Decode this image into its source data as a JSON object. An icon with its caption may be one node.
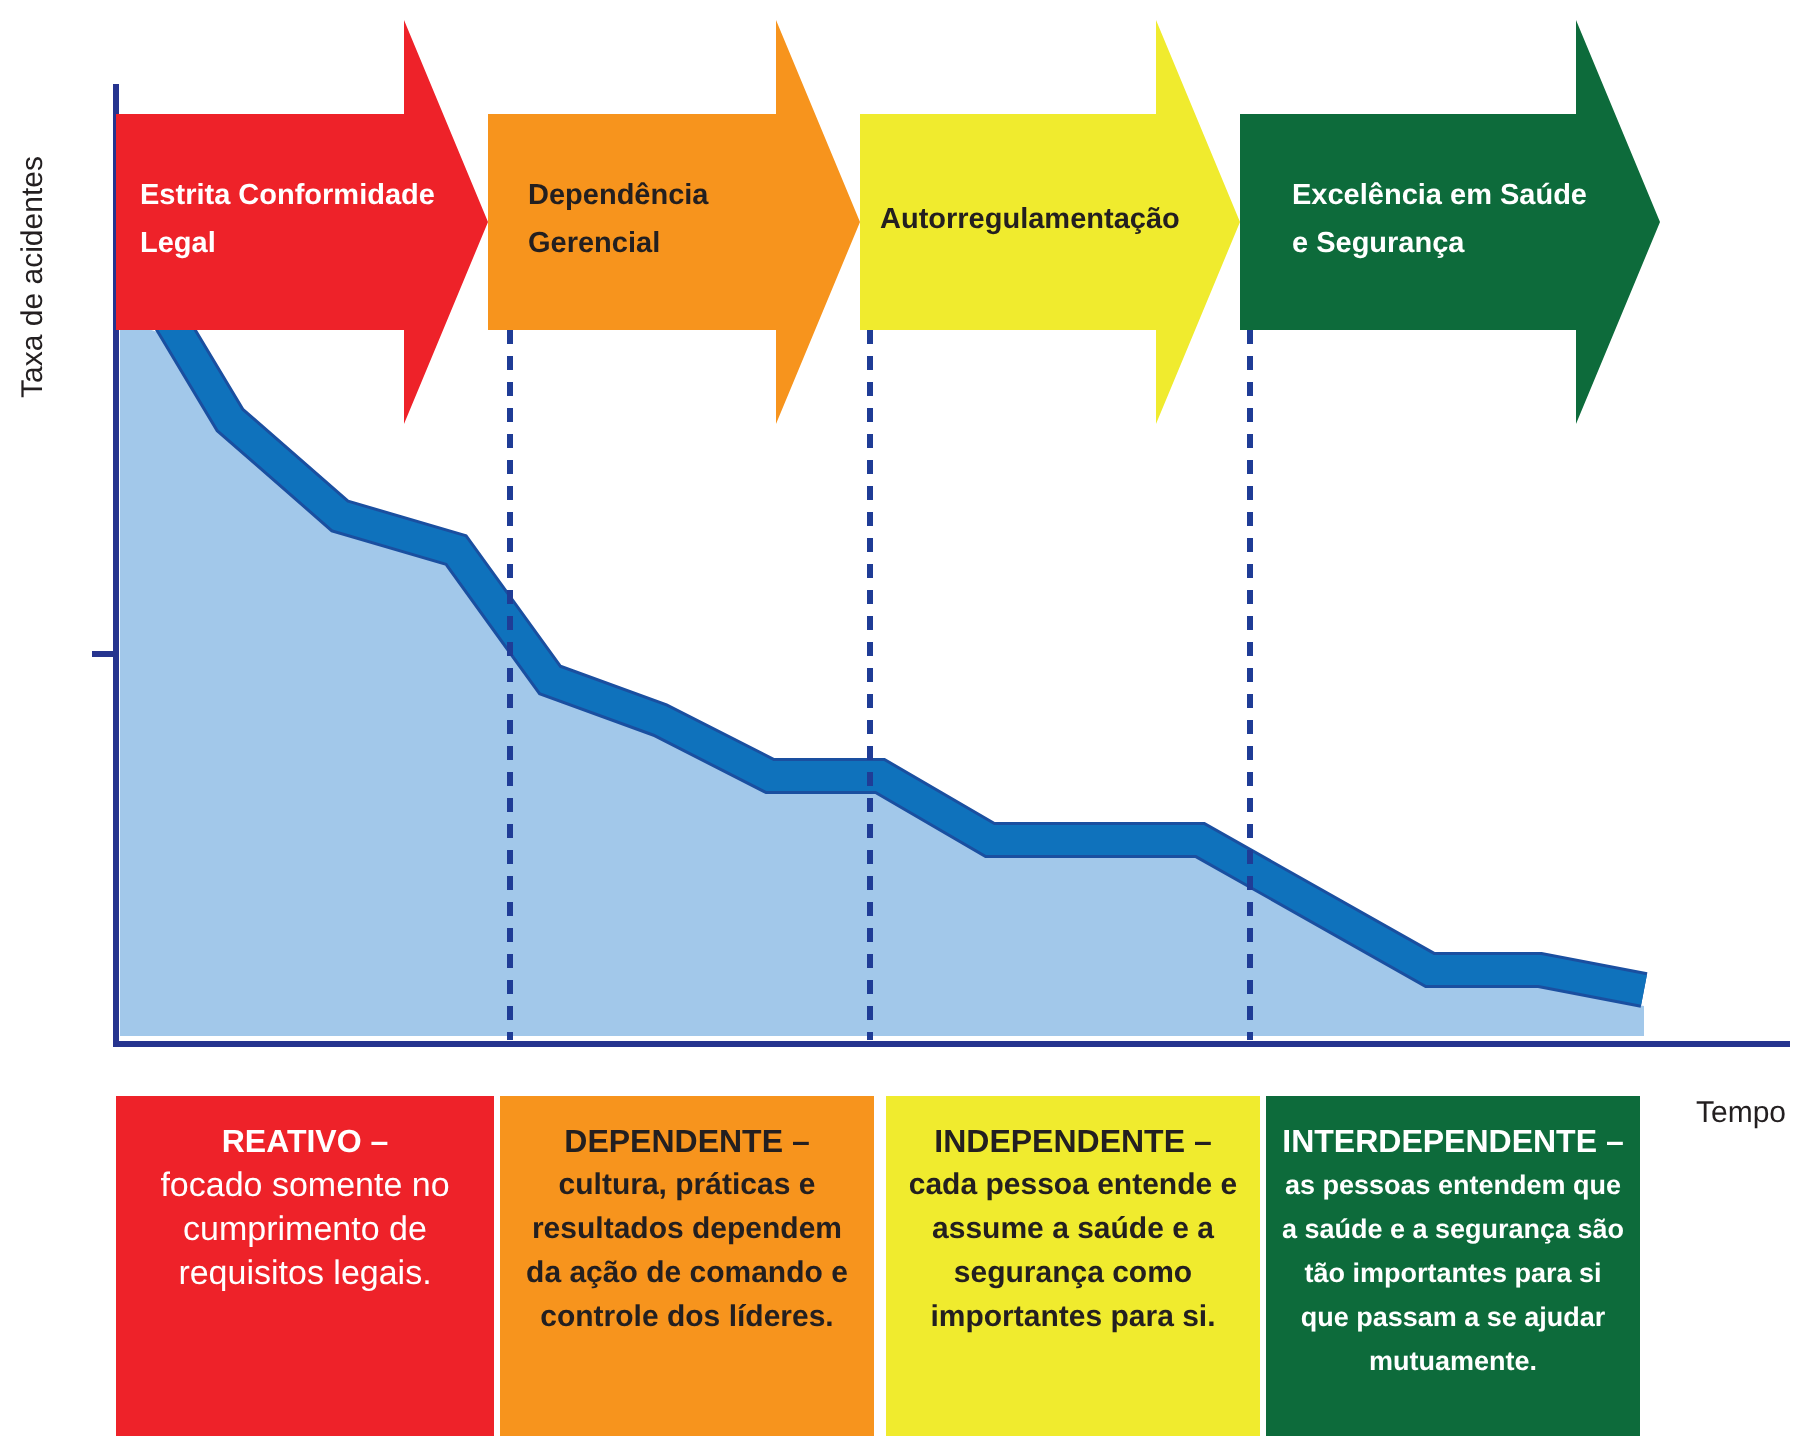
{
  "diagram": {
    "nodes": [
      {
        "text": [
          "Estrita Conformidade Legal"
        ]
      },
      {
        "text": [
          "Dependência Gerencial"
        ]
      },
      {
        "text": [
          "Autorregulamentação"
        ]
      },
      {
        "text": [
          "Excelência em Saúde e Segurança"
        ]
      },
      {
        "text": [
          "REATIVO –",
          "focado somente no cumprimento de requisitos legais."
        ]
      },
      {
        "text": [
          "DEPENDENTE –",
          "cultura, práticas e resultados dependem da ação de comando e controle dos líderes."
        ]
      },
      {
        "text": [
          "INDEPENDENTE –",
          "cada pessoa entende e assume a saúde e a segurança como importantes para si."
        ]
      },
      {
        "text": [
          "INTERDEPENDENTE –",
          "as pessoas entendem que a saúde e a segurança são tão importantes para si que passam a se ajudar mutuamente."
        ]
      }
    ],
    "edges": [],
    "labels": [
      "Taxa de acidentes",
      "Tempo"
    ]
  }
}
